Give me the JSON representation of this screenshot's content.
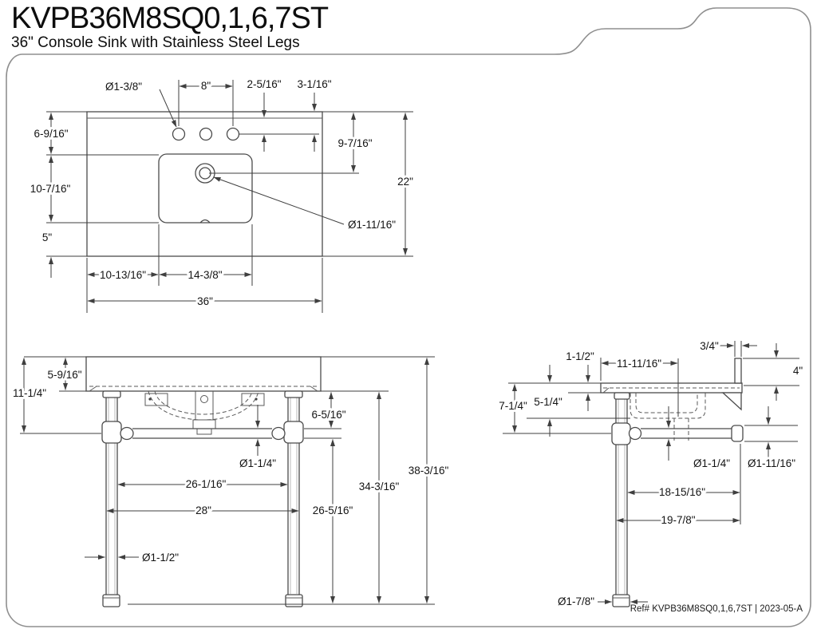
{
  "header": {
    "title": "KVPB36M8SQ0,1,6,7ST",
    "subtitle": "36\" Console Sink with Stainless Steel Legs"
  },
  "footer": {
    "ref": "Ref# KVPB36M8SQ0,1,6,7ST | 2023-05-A"
  },
  "top_view": {
    "dims": {
      "faucet_hole_diameter": "Ø1-3/8\"",
      "hole_spacing": "8\"",
      "splash_front_to_hole": "2-5/16\"",
      "back_edge_to_hole": "3-1/16\"",
      "back_to_basin_top": "6-9/16\"",
      "basin_front_to_back": "10-7/16\"",
      "basin_to_front_edge": "5\"",
      "back_to_drain_center": "9-7/16\"",
      "overall_depth": "22\"",
      "drain_diameter": "Ø1-11/16\"",
      "left_edge_to_basin": "10-13/16\"",
      "basin_width": "14-3/8\"",
      "overall_width": "36\""
    }
  },
  "front_view": {
    "dims": {
      "apron_height": "5-9/16\"",
      "top_to_crossbar": "11-1/4\"",
      "leg_top_to_crossbar": "6-5/16\"",
      "crossbar_diameter": "Ø1-1/4\"",
      "inner_leg_spacing": "26-1/16\"",
      "outer_leg_spacing": "28\"",
      "leg_diameter": "Ø1-1/2\"",
      "crossbar_to_floor": "26-5/16\"",
      "leg_height": "34-3/16\"",
      "overall_height": "38-3/16\""
    }
  },
  "side_view": {
    "dims": {
      "countertop_thickness": "1-1/2\"",
      "front_to_drain": "11-11/16\"",
      "backsplash_thickness": "3/4\"",
      "backsplash_height": "4\"",
      "top_to_crossbar": "7-1/4\"",
      "top_to_basin_bottom": "5-1/4\"",
      "crossbar_diameter": "Ø1-1/4\"",
      "crossbar_end_diameter": "Ø1-11/16\"",
      "crossbar_length": "18-15/16\"",
      "overall_leg_depth": "19-7/8\"",
      "foot_diameter": "Ø1-7/8\""
    }
  }
}
